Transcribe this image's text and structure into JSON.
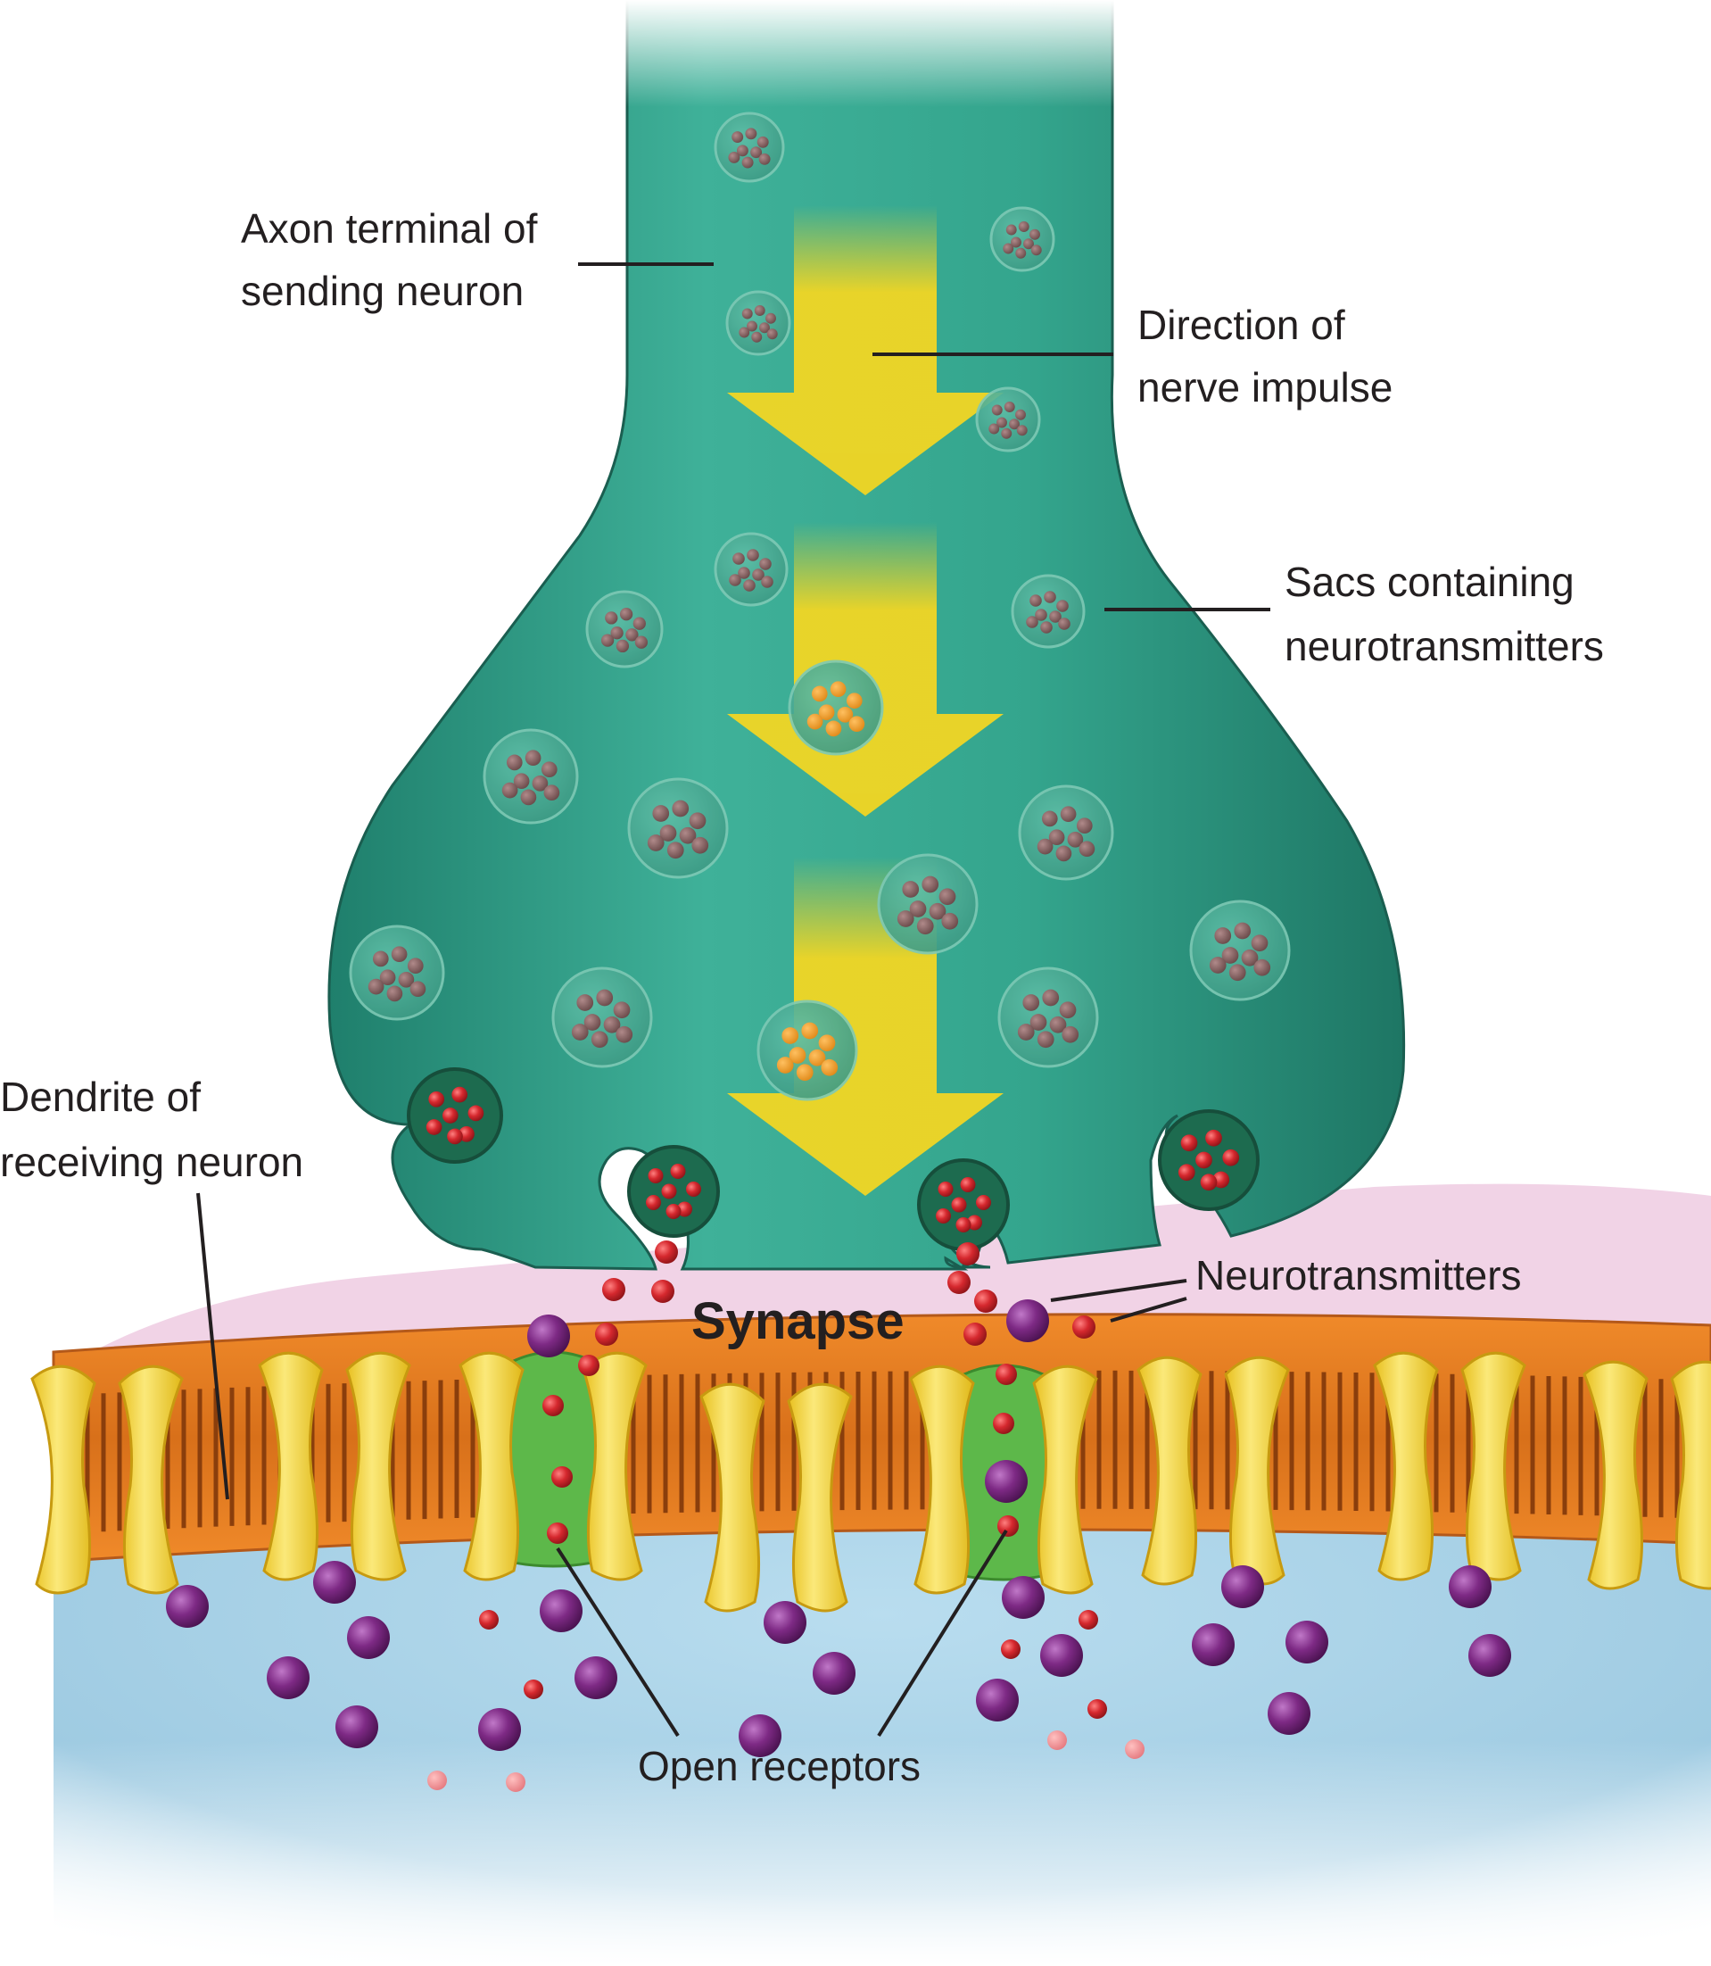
{
  "labels": {
    "axon_line1": "Axon terminal of",
    "axon_line2": "sending neuron",
    "direction_line1": "Direction of",
    "direction_line2": "nerve impulse",
    "sacs_line1": "Sacs containing",
    "sacs_line2": "neurotransmitters",
    "dendrite_line1": "Dendrite of",
    "dendrite_line2": "receiving neuron",
    "neurotransmitters": "Neurotransmitters",
    "synapse": "Synapse",
    "open_receptors": "Open receptors"
  },
  "colors": {
    "axon": "#2f9e86",
    "impulse_arrow": "#f7d720",
    "membrane": "#e07a1f",
    "receptor": "#f5d835",
    "open_channel": "#5db84a",
    "synapse_gap": "#f1d3e6",
    "dendrite_interior": "#a9d3e6",
    "neurotransmitter_red": "#d5282e",
    "ion_purple": "#7e2a85"
  }
}
